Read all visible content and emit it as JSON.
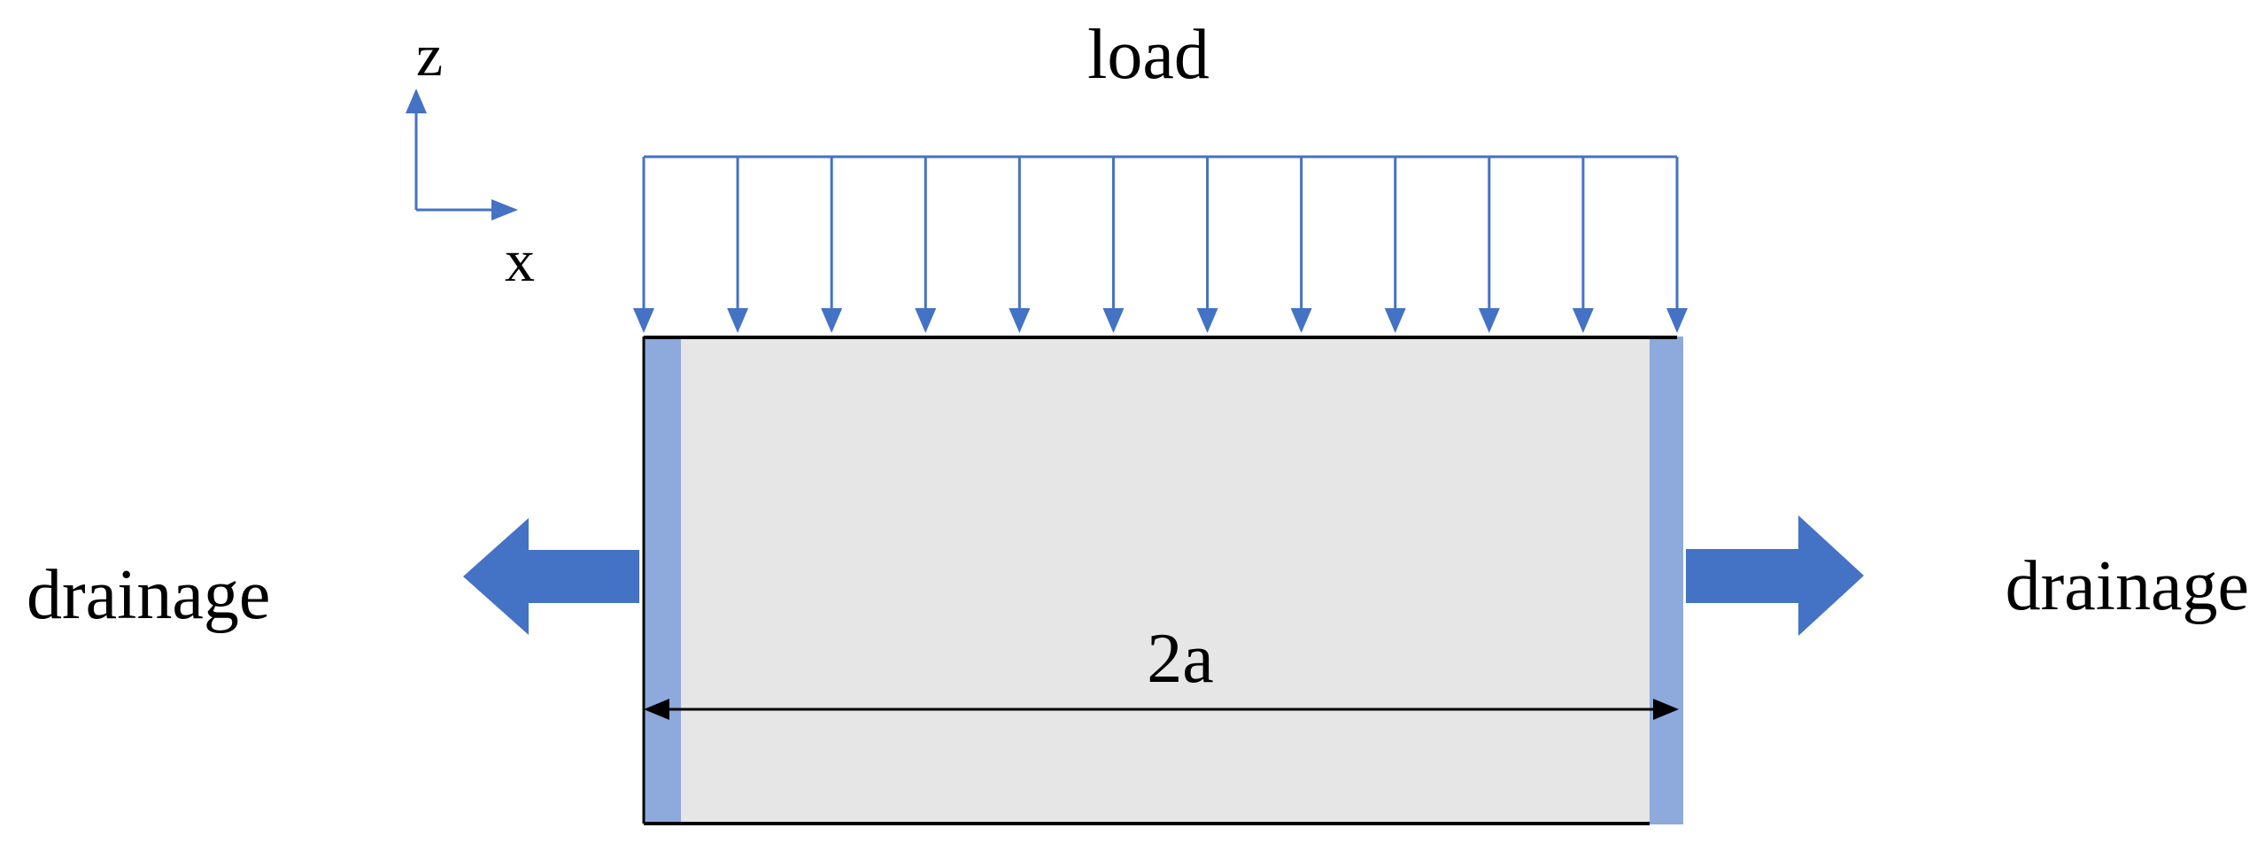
{
  "labels": {
    "load": "load",
    "axis_z": "z",
    "axis_x": "x",
    "drainage_left": "drainage",
    "drainage_right": "drainage",
    "width": "2a"
  },
  "colors": {
    "arrow_blue": "#4472C4",
    "drain_strip": "#8EA9DB",
    "specimen_fill": "#E6E6E6",
    "outline": "#000000"
  },
  "load": {
    "arrow_count": 12
  }
}
